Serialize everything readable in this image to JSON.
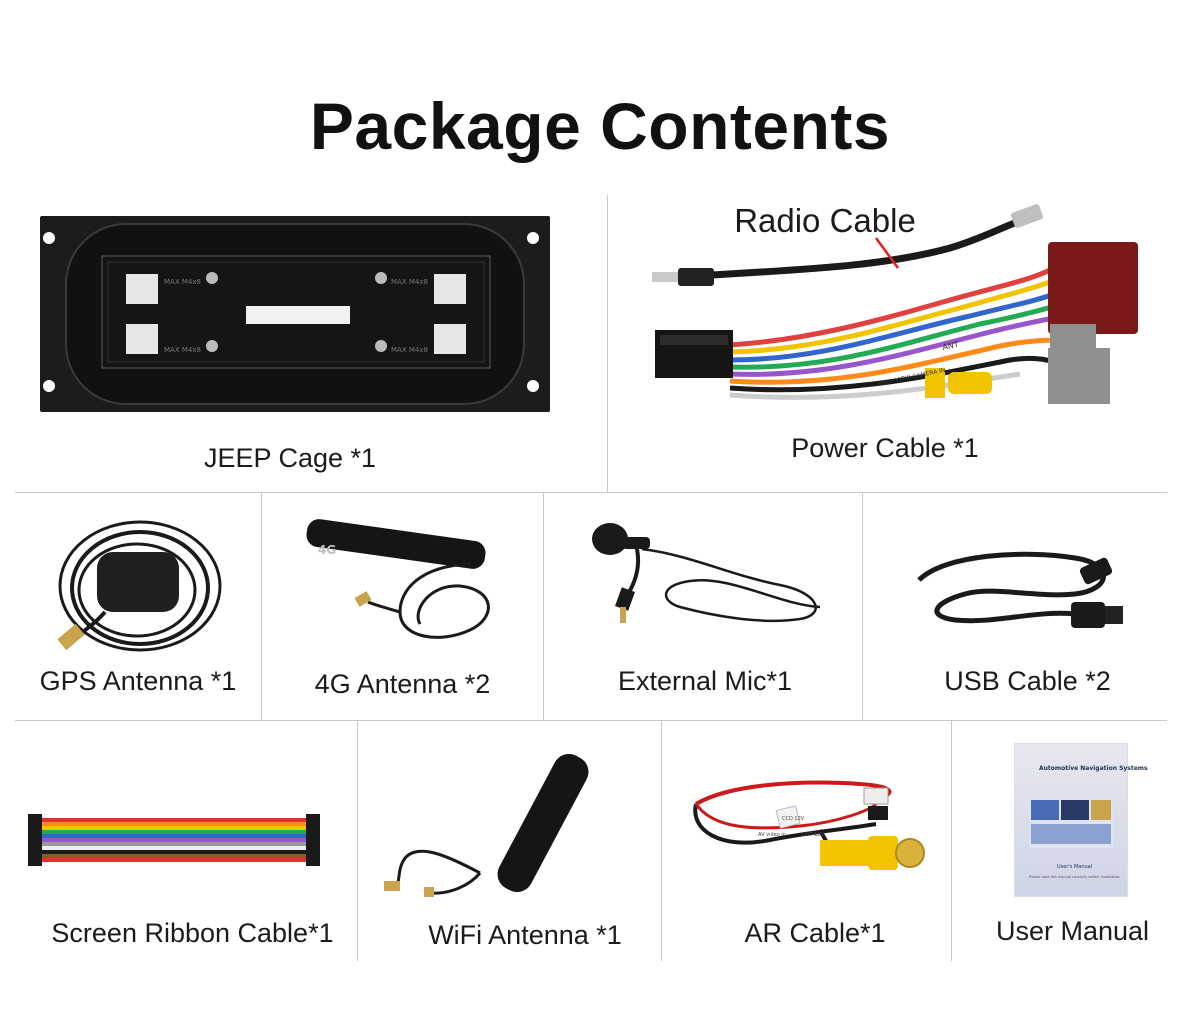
{
  "title": "Package Contents",
  "items": {
    "jeep_cage": "JEEP Cage *1",
    "power_cable": "Power Cable *1",
    "radio_cable": "Radio Cable",
    "gps_antenna": "GPS Antenna *1",
    "antenna_4g": "4G Antenna *2",
    "external_mic": "External Mic*1",
    "usb_cable": "USB Cable *2",
    "ribbon_cable": "Screen Ribbon Cable*1",
    "wifi_antenna": "WiFi Antenna *1",
    "ar_cable": "AR Cable*1",
    "user_manual": "User Manual"
  },
  "artwork_text": {
    "antenna_badge": "4G",
    "cage_marks": [
      "MAX M4x8",
      "MAX M4x8",
      "MAX M4x8",
      "MAX M4x8"
    ],
    "harness_tags": [
      "ANT",
      "REAR VIEW CAMERA IN"
    ],
    "ar_tags": [
      "AV video in",
      "CCD 12V",
      "OUT 12V"
    ],
    "manual_title": "Automotive Navigation Systems",
    "manual_subtitle": "User's Manual",
    "manual_note": "Please read this manual carefully before installation"
  },
  "colors": {
    "line": "#c8c8c8",
    "cable_black": "#1a1a1a",
    "red_pointer": "#e02020",
    "rca_yellow": "#f2c400"
  }
}
